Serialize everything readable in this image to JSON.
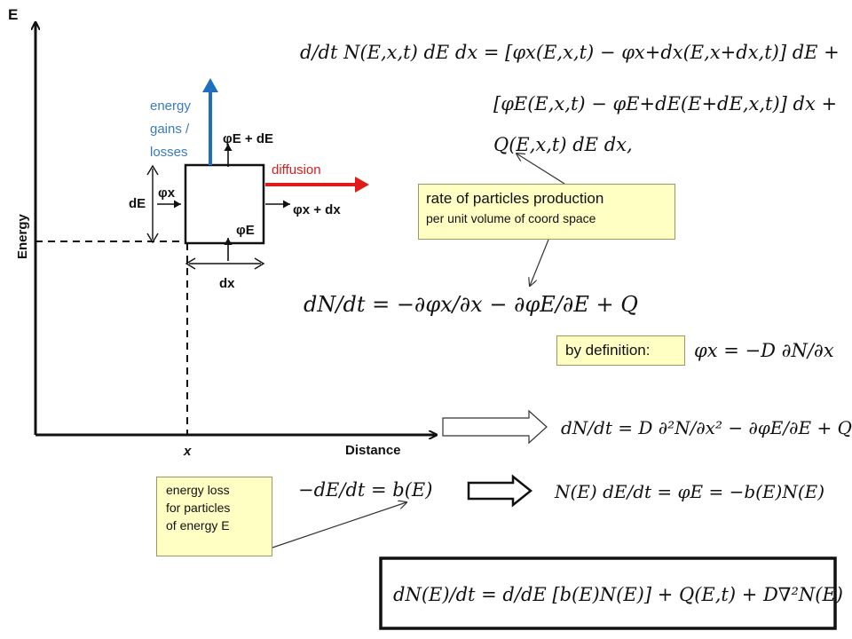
{
  "axes": {
    "y_label": "Energy",
    "y_letter": "E",
    "x_label": "Distance",
    "x_letter": "x"
  },
  "cell": {
    "phi_x_in": "φx",
    "phi_x_out": "φx + dx",
    "phi_E_in": "φE",
    "phi_E_out": "φE + dE",
    "dE": "dE",
    "dx": "dx"
  },
  "arrows": {
    "energy_line1": "energy",
    "energy_line2": "gains /",
    "energy_line3": "losses",
    "diffusion": "diffusion",
    "energy_color": "#1f6fc0",
    "diffusion_color": "#e01b1b"
  },
  "equations": {
    "continuity_line1": "d/dt N(E,x,t) dE dx = [φx(E,x,t) − φx+dx(E,x+dx,t)] dE +",
    "continuity_line2": "[φE(E,x,t) − φE+dE(E+dE,x,t)] dx +",
    "continuity_line3": "Q(E,x,t) dE dx,",
    "continuity_short": "dN/dt = −∂φx/∂x − ∂φE/∂E + Q",
    "definition": "φx = −D ∂N/∂x",
    "diffusion_eq": "dN/dt = D ∂²N/∂x² − ∂φE/∂E + Q",
    "loss_rate": "−dE/dt = b(E)",
    "phi_E": "N(E) dE/dt = φE = −b(E)N(E)",
    "final": "dN(E)/dt = d/dE [b(E)N(E)] + Q(E,t) + D∇²N(E)"
  },
  "notes": {
    "rate_line1": "rate of particles production",
    "rate_line2": "per unit volume of coord space",
    "definition": "by definition:",
    "loss_line1": "energy loss",
    "loss_line2": "for particles",
    "loss_line3": "of energy E"
  }
}
